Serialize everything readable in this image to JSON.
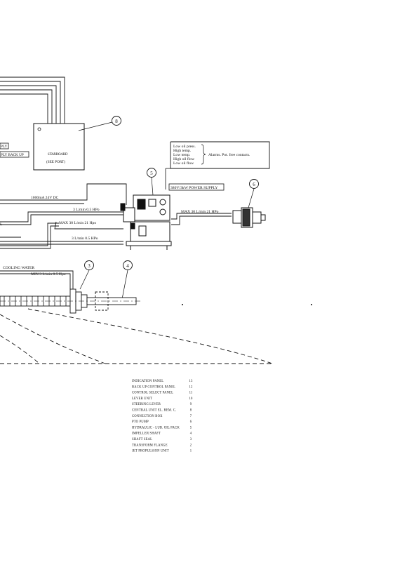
{
  "starboard_box": {
    "indicator": "PLY",
    "backup_tag": "PLY BACK UP",
    "name": "STARBOARD",
    "note": "(SEE PORT)"
  },
  "alarms": {
    "items": [
      "Low oil press.",
      "High temp.",
      "Low temp.",
      "High oil flow",
      "Low oil flow"
    ],
    "note": "Alarms.  Pot. free contacts."
  },
  "supply_label": "380V/3kW POWER SUPPLY",
  "flow_labels": {
    "dc": "1000mA 24V DC",
    "flow_small_top": "3 L/min 0.5 HPo",
    "flow_max_left": "MAX 30 L/min 21 Hpo",
    "flow_max_right": "MAX 30 L/min 21 HPo",
    "flow_small_bottom": "3 L/min 0.5 HPo",
    "cooling": "COOLING WATER",
    "cooling_min": "MIN 3 L/min 0.5 Hpo",
    "stub_left": "L"
  },
  "callouts": [
    "8",
    "5",
    "6",
    "3",
    "4"
  ],
  "legend": [
    {
      "name": "INDICATION PANEL",
      "num": "13"
    },
    {
      "name": "BACK UP CONTROL PANEL",
      "num": "12"
    },
    {
      "name": "CONTROL SELECT PANEL",
      "num": "11"
    },
    {
      "name": "LEVER UNIT",
      "num": "10"
    },
    {
      "name": "STEERING LEVER",
      "num": "9"
    },
    {
      "name": "CENTRAL UNIT EL. REM. C.",
      "num": "8"
    },
    {
      "name": "CONNECTION BOX",
      "num": "7"
    },
    {
      "name": "PTO PUMP",
      "num": "6"
    },
    {
      "name": "HYDRAULIC - LUB. OIL PACK",
      "num": "5"
    },
    {
      "name": "IMPELLER SHAFT",
      "num": "4"
    },
    {
      "name": "SHAFT SEAL",
      "num": "3"
    },
    {
      "name": "TRANSFORM FLANGE",
      "num": "2"
    },
    {
      "name": "JET PROPULSION UNIT",
      "num": "1"
    }
  ]
}
